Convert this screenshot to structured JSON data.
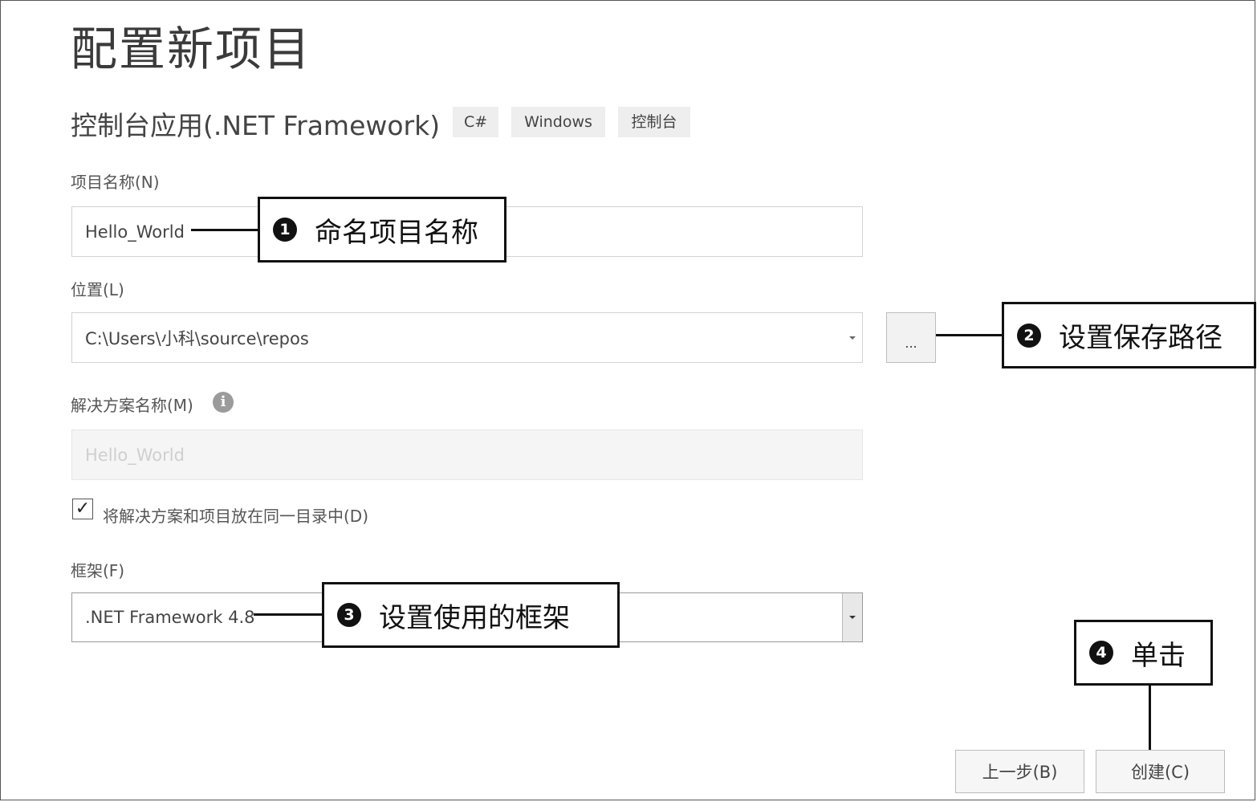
{
  "page": {
    "title": "配置新项目",
    "project_type": "控制台应用(.NET Framework)",
    "tags": [
      "C#",
      "Windows",
      "控制台"
    ]
  },
  "form": {
    "project_name_label": "项目名称(N)",
    "project_name_value": "Hello_World",
    "location_label": "位置(L)",
    "location_value": "C:\\Users\\小科\\source\\repos",
    "browse_label": "...",
    "solution_name_label": "解决方案名称(M)",
    "solution_name_placeholder": "Hello_World",
    "same_dir_label": "将解决方案和项目放在同一目录中(D)",
    "same_dir_checked": true,
    "framework_label": "框架(F)",
    "framework_value": ".NET Framework 4.8"
  },
  "footer": {
    "back_label": "上一步(B)",
    "create_label": "创建(C)"
  },
  "callouts": [
    {
      "num": "1",
      "text": "命名项目名称"
    },
    {
      "num": "2",
      "text": "设置保存路径"
    },
    {
      "num": "3",
      "text": "设置使用的框架"
    },
    {
      "num": "4",
      "text": "单击"
    }
  ],
  "icons": {
    "info": "info-icon",
    "check": "checkmark-icon",
    "dropdown": "chevron-down-icon"
  }
}
